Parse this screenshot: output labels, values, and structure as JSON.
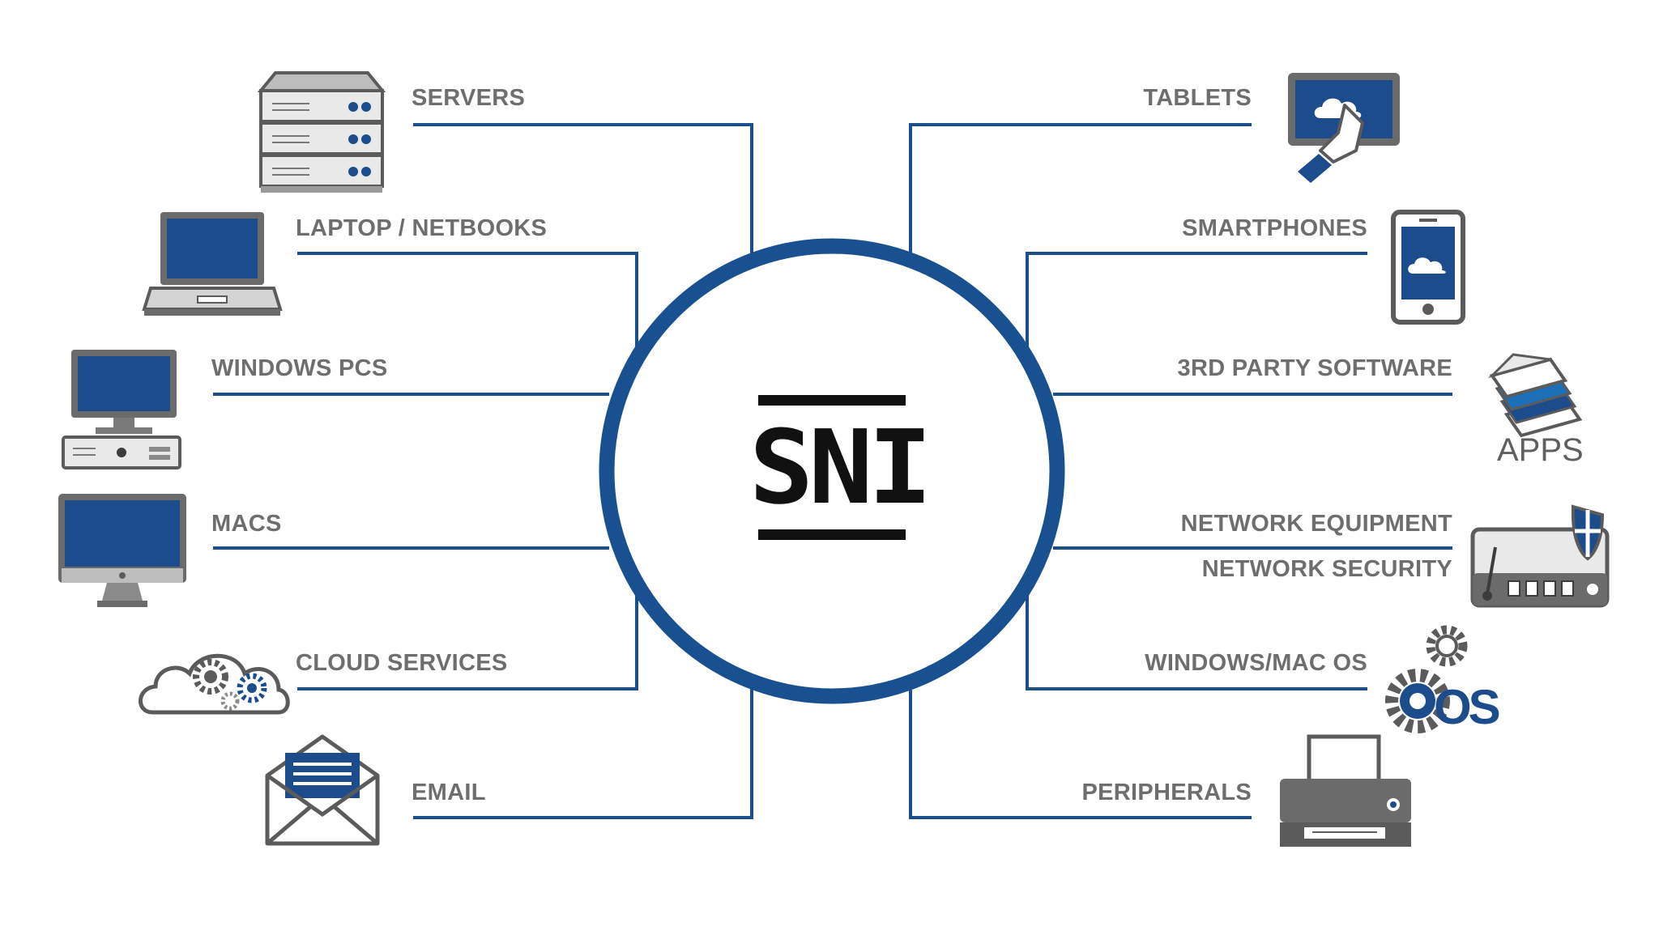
{
  "logo": {
    "text": "SNI"
  },
  "left": {
    "servers": "SERVERS",
    "laptops": "LAPTOP / NETBOOKS",
    "windows_pcs": "WINDOWS PCS",
    "macs": "MACS",
    "cloud": "CLOUD SERVICES",
    "email": "EMAIL"
  },
  "right": {
    "tablets": "TABLETS",
    "smartphones": "SMARTPHONES",
    "software": "3RD PARTY SOFTWARE",
    "apps_word": "APPS",
    "network_equipment": "NETWORK EQUIPMENT",
    "network_security": "NETWORK SECURITY",
    "os": "WINDOWS/MAC OS",
    "os_mark": "OS",
    "peripherals": "PERIPHERALS"
  },
  "icons": {
    "servers": "server-stack-icon",
    "laptops": "laptop-icon",
    "windows_pcs": "desktop-pc-icon",
    "macs": "imac-icon",
    "cloud": "cloud-gears-icon",
    "email": "envelope-icon",
    "tablets": "tablet-touch-icon",
    "smartphones": "smartphone-icon",
    "software": "apps-stack-icon",
    "network": "router-shield-icon",
    "os": "os-gears-icon",
    "peripherals": "printer-icon"
  },
  "colors": {
    "line": "#1b4f8c",
    "ring": "#19508f",
    "label": "#6e6e6e",
    "device_frame": "#5b5b5b",
    "screen": "#1d4c8c"
  }
}
